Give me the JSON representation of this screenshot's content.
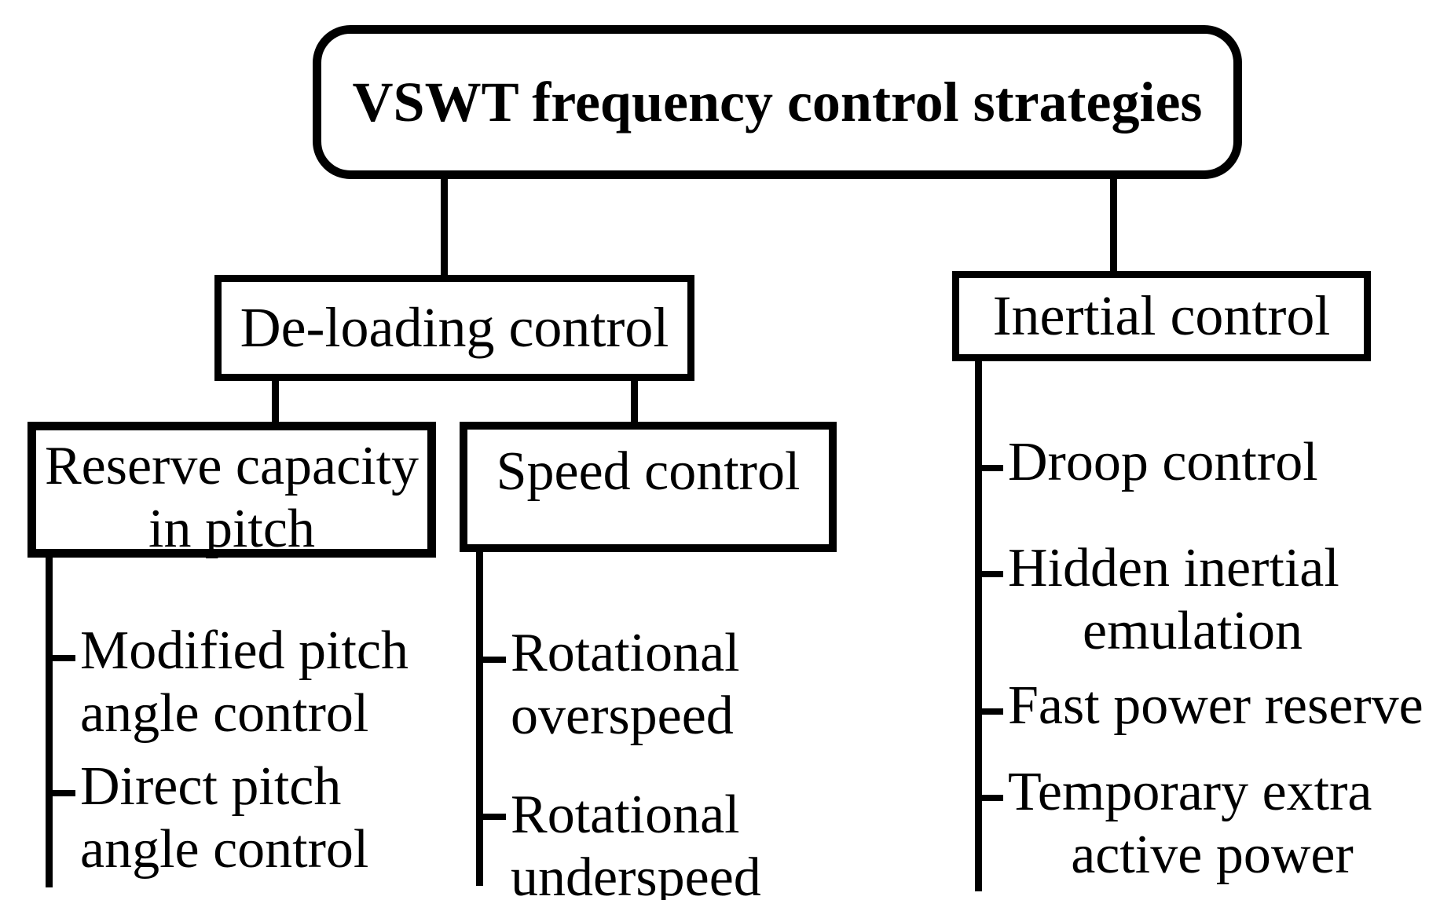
{
  "title": "VSWT frequency control strategies",
  "nodes": {
    "deloading": {
      "label": "De-loading control"
    },
    "inertial": {
      "label": "Inertial control"
    },
    "reserve": {
      "line1": "Reserve capacity",
      "line2": "in pitch"
    },
    "speed": {
      "label": "Speed control"
    }
  },
  "items": {
    "left": [
      {
        "lines": [
          "Modified pitch",
          "angle control"
        ]
      },
      {
        "lines": [
          "Direct pitch",
          "angle control"
        ]
      }
    ],
    "middle": [
      {
        "lines": [
          "Rotational",
          "overspeed"
        ]
      },
      {
        "lines": [
          "Rotational",
          "underspeed"
        ]
      }
    ],
    "right": [
      {
        "lines": [
          "Droop control"
        ]
      },
      {
        "lines": [
          "Hidden inertial",
          "emulation"
        ]
      },
      {
        "lines": [
          "Fast power reserve"
        ]
      },
      {
        "lines": [
          "Temporary extra",
          "active power"
        ]
      }
    ]
  },
  "colors": {
    "background": "#ffffff",
    "line": "#000000",
    "text": "#000000"
  }
}
